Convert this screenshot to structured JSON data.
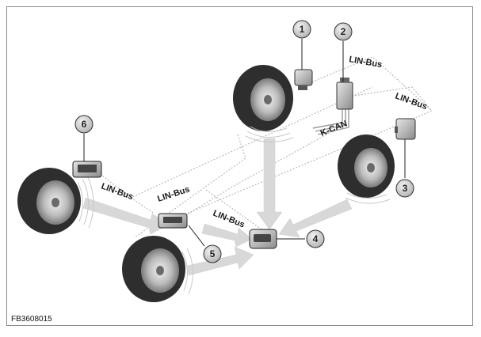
{
  "callouts": [
    "1",
    "2",
    "3",
    "4",
    "5",
    "6"
  ],
  "bus_labels": {
    "lin_top": "LIN-Bus",
    "lin_right": "LIN-Bus",
    "kcan": "K-CAN",
    "lin_left": "LIN-Bus",
    "lin_middle": "LIN-Bus",
    "lin_bottom": "LIN-Bus"
  },
  "figure_code": "FB3608015",
  "colors": {
    "tire": "#2b2b2b",
    "rim": "#bdbdbd",
    "arrow": "#d9d9d9",
    "bus_line": "#b8b8b8",
    "callout_fill": "#d0d0d0"
  }
}
